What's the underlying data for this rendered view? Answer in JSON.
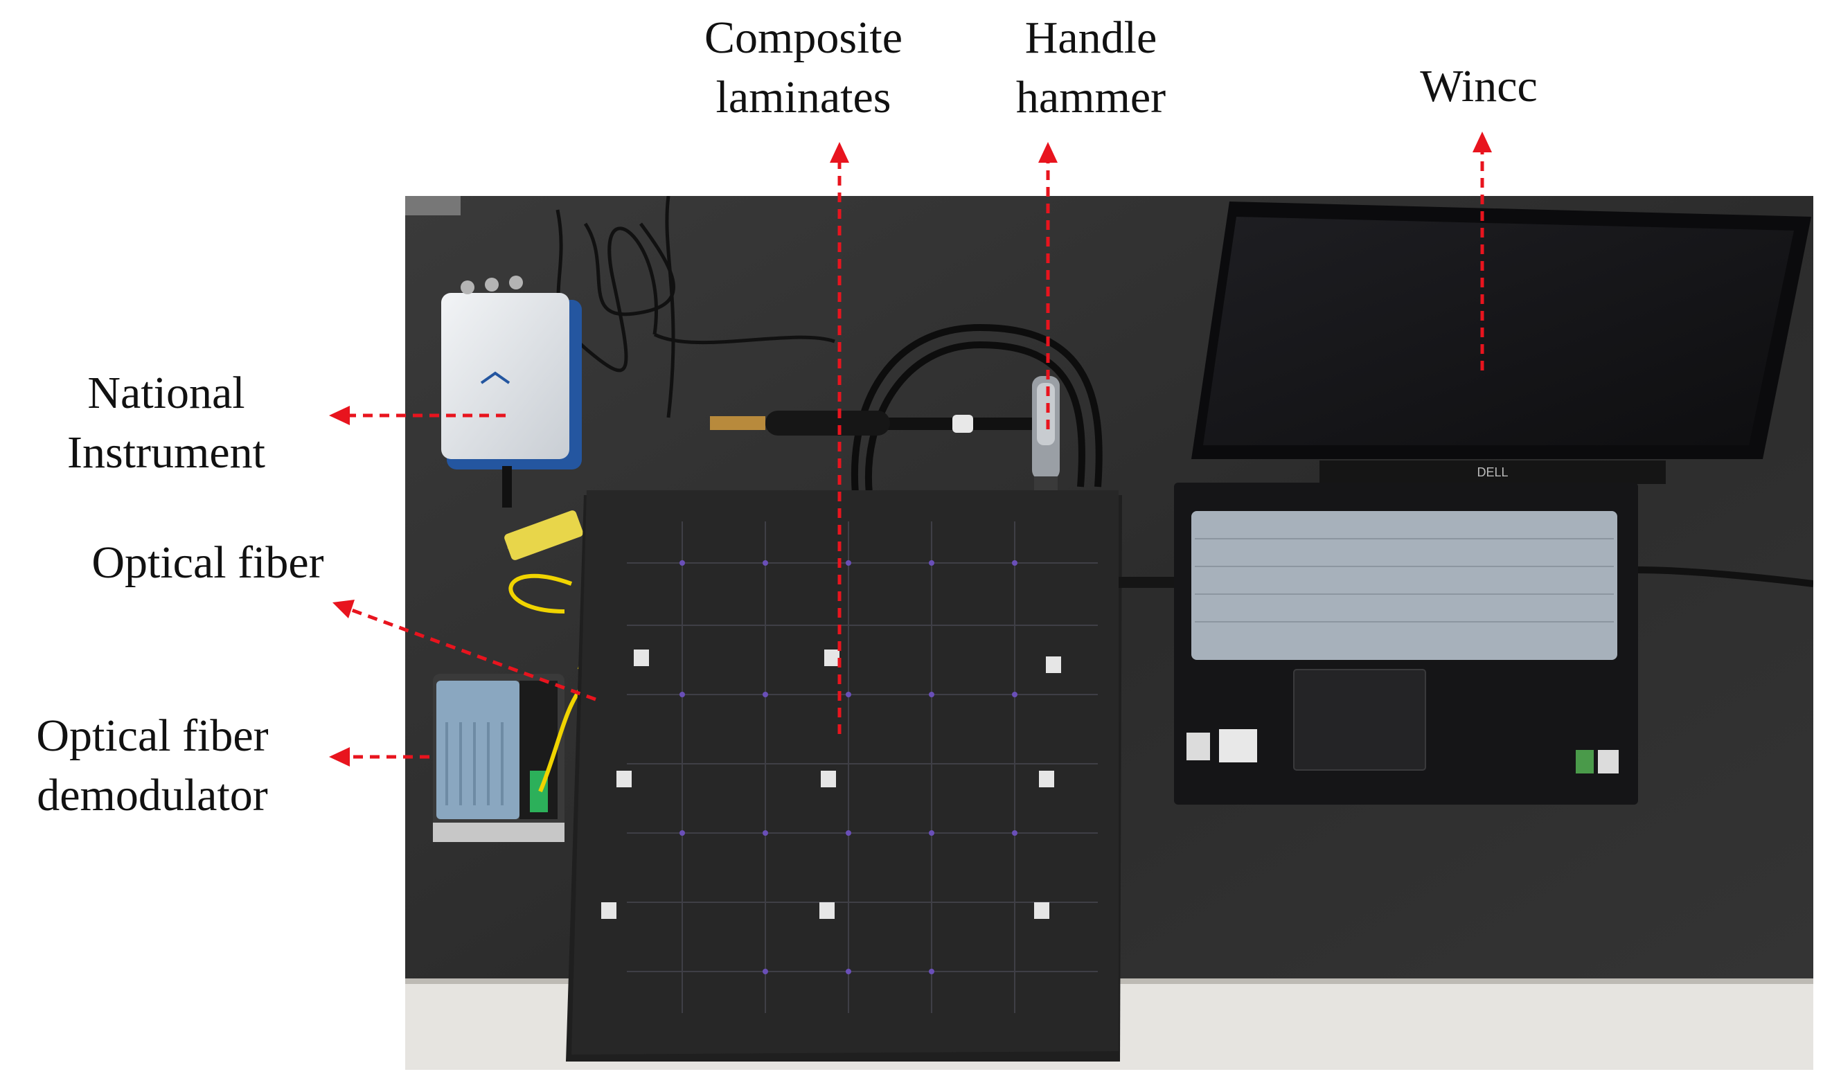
{
  "labels": {
    "composite_laminates": [
      "Composite",
      "laminates"
    ],
    "handle_hammer": [
      "Handle",
      "hammer"
    ],
    "wincc": [
      "Wincc"
    ],
    "national_instrument": [
      "National",
      "Instrument"
    ],
    "optical_fiber": [
      "Optical fiber"
    ],
    "optical_fiber_demodulator": [
      "Optical fiber",
      "demodulator"
    ]
  },
  "colors": {
    "arrow": "#e8141e",
    "bench": "#2e2e2e",
    "laminate": "#262626",
    "floor": "#e6e4e0"
  },
  "laptop_brand": "DELL"
}
